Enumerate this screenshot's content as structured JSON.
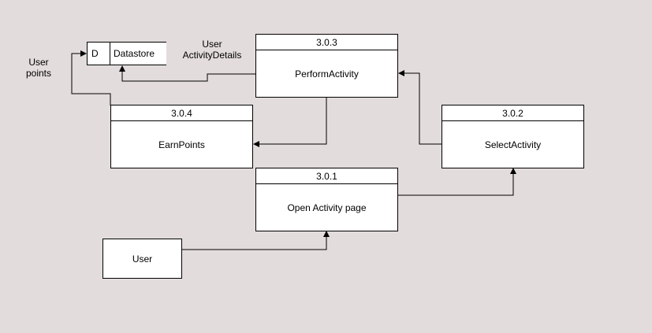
{
  "datastore": {
    "id": "D",
    "name": "Datastore"
  },
  "processes": {
    "p301": {
      "number": "3.0.1",
      "name": "Open Activity page"
    },
    "p302": {
      "number": "3.0.2",
      "name": "SelectActivity"
    },
    "p303": {
      "number": "3.0.3",
      "name": "PerformActivity"
    },
    "p304": {
      "number": "3.0.4",
      "name": "EarnPoints"
    }
  },
  "entity": {
    "name": "User"
  },
  "flow_labels": {
    "user_points_1": "User",
    "user_points_2": "points",
    "activity_details_1": "User",
    "activity_details_2": "ActivityDetails"
  },
  "colors": {
    "background": "#e3dcdc",
    "box": "#ffffff",
    "line": "#000000"
  }
}
